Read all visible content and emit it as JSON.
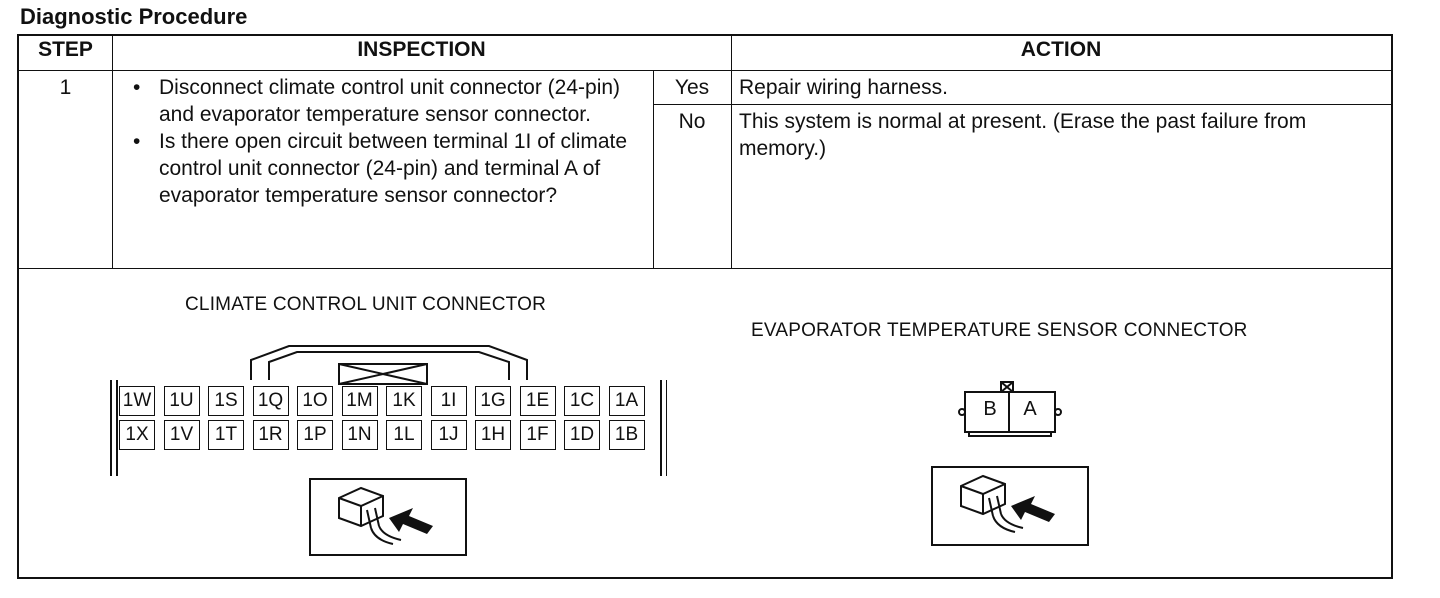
{
  "title": "Diagnostic Procedure",
  "headers": {
    "step": "STEP",
    "inspection": "INSPECTION",
    "action": "ACTION"
  },
  "step": "1",
  "inspection_items": [
    "Disconnect climate control unit connector (24-pin) and evaporator temperature sensor connector.",
    "Is there open circuit between terminal 1I of climate control unit connector (24-pin) and terminal A of evaporator temperature sensor connector?"
  ],
  "answers": [
    {
      "answer": "Yes",
      "action": "Repair wiring harness."
    },
    {
      "answer": "No",
      "action": "This system is normal at present. (Erase the past failure from memory.)"
    }
  ],
  "climate_connector": {
    "label": "CLIMATE CONTROL UNIT CONNECTOR",
    "row1": [
      "1W",
      "1U",
      "1S",
      "1Q",
      "1O",
      "1M",
      "1K",
      "1I",
      "1G",
      "1E",
      "1C",
      "1A"
    ],
    "row2": [
      "1X",
      "1V",
      "1T",
      "1R",
      "1P",
      "1N",
      "1L",
      "1J",
      "1H",
      "1F",
      "1D",
      "1B"
    ]
  },
  "sensor_connector": {
    "label": "EVAPORATOR TEMPERATURE SENSOR CONNECTOR",
    "pins": [
      "B",
      "A"
    ]
  }
}
